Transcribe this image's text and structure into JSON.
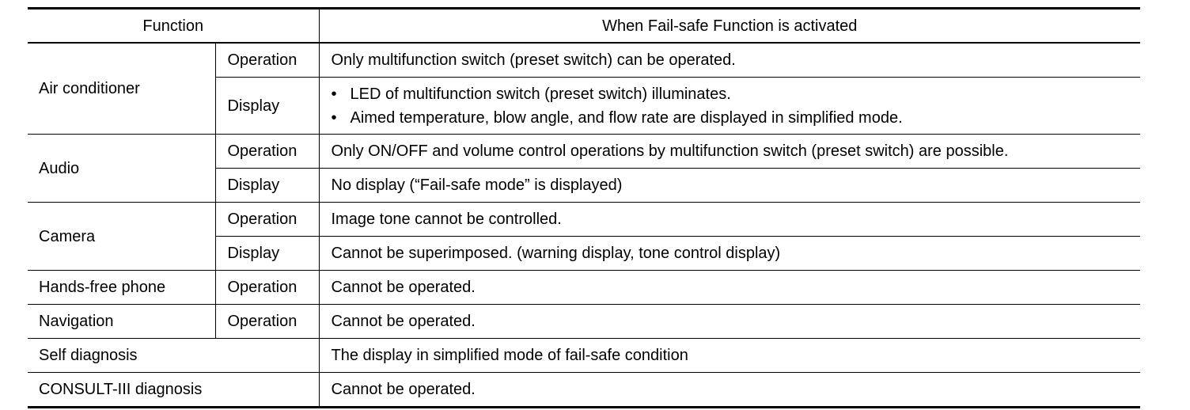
{
  "header": {
    "function": "Function",
    "activated": "When Fail-safe Function is activated"
  },
  "rows": {
    "air_conditioner": {
      "label": "Air conditioner",
      "operation_label": "Operation",
      "operation_text": "Only multifunction switch (preset switch) can be operated.",
      "display_label": "Display",
      "display_items": [
        "LED of multifunction switch (preset switch) illuminates.",
        "Aimed temperature, blow angle, and flow rate are displayed in simplified mode."
      ]
    },
    "audio": {
      "label": "Audio",
      "operation_label": "Operation",
      "operation_text": "Only ON/OFF and volume control operations by multifunction switch (preset switch) are possible.",
      "display_label": "Display",
      "display_text": "No display (“Fail-safe mode” is displayed)"
    },
    "camera": {
      "label": "Camera",
      "operation_label": "Operation",
      "operation_text": "Image tone cannot be controlled.",
      "display_label": "Display",
      "display_text": "Cannot be superimposed. (warning display, tone control display)"
    },
    "hands_free_phone": {
      "label": "Hands-free phone",
      "operation_label": "Operation",
      "operation_text": "Cannot be operated."
    },
    "navigation": {
      "label": "Navigation",
      "operation_label": "Operation",
      "operation_text": "Cannot be operated."
    },
    "self_diagnosis": {
      "label": "Self diagnosis",
      "text": "The display in simplified mode of fail-safe condition"
    },
    "consult_diagnosis": {
      "label": "CONSULT-III diagnosis",
      "text": "Cannot be operated."
    }
  }
}
